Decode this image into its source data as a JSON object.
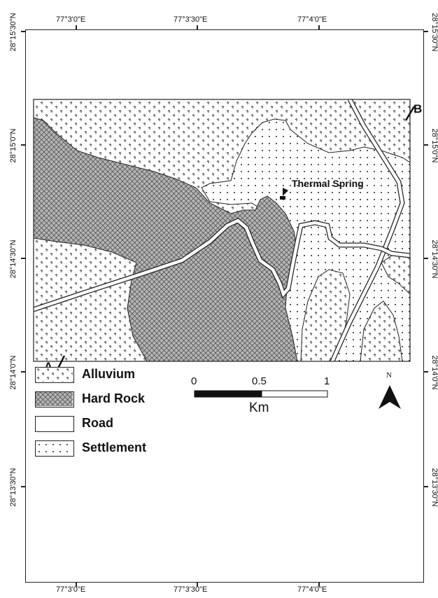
{
  "map": {
    "top_axis_labels": [
      "77°3'0\"E",
      "77°3'30\"E",
      "77°4'0\"E"
    ],
    "bottom_axis_labels": [
      "77°3'0\"E",
      "77°3'30\"E",
      "77°4'0\"E"
    ],
    "left_axis_labels": [
      "28°15'30\"N",
      "28°15'0\"N",
      "28°14'30\"N",
      "28°14'0\"N",
      "28°13'30\"N"
    ],
    "right_axis_labels": [
      "28°15'30\"N",
      "28°15'0\"N",
      "28°14'30\"N",
      "28°14'0\"N",
      "28°13'30\"N"
    ],
    "feature_label": "Thermal Spring",
    "section_start": "A",
    "section_end": "B",
    "north_label": "N"
  },
  "legend": {
    "items": [
      {
        "label": "Alluvium",
        "pattern": "alluvium"
      },
      {
        "label": "Hard Rock",
        "pattern": "hardrock"
      },
      {
        "label": "Road",
        "pattern": "road"
      },
      {
        "label": "Settlement",
        "pattern": "settlement"
      }
    ]
  },
  "scale_bar": {
    "ticks": [
      "0",
      "0.5",
      "1"
    ],
    "unit": "Km"
  },
  "colors": {
    "hard_rock_fill": "#9a9a9a",
    "line": "#222222"
  }
}
